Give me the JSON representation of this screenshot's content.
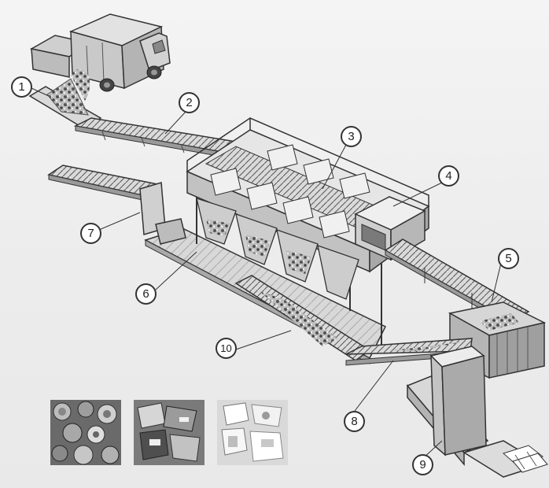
{
  "markers": [
    {
      "label": "1"
    },
    {
      "label": "2"
    },
    {
      "label": "3"
    },
    {
      "label": "4"
    },
    {
      "label": "5"
    },
    {
      "label": "6"
    },
    {
      "label": "7"
    },
    {
      "label": "8"
    },
    {
      "label": "9"
    },
    {
      "label": "10"
    }
  ],
  "colors": {
    "line": "#3a3a3a",
    "machine": "#d4d4d4",
    "conveyor": "#8c8c8c",
    "material": "#6f6f6f"
  },
  "thumbnails": [
    {
      "icon": "metal-cans-photo-icon"
    },
    {
      "icon": "mixed-packaging-photo-icon"
    },
    {
      "icon": "white-plastic-photo-icon"
    }
  ]
}
